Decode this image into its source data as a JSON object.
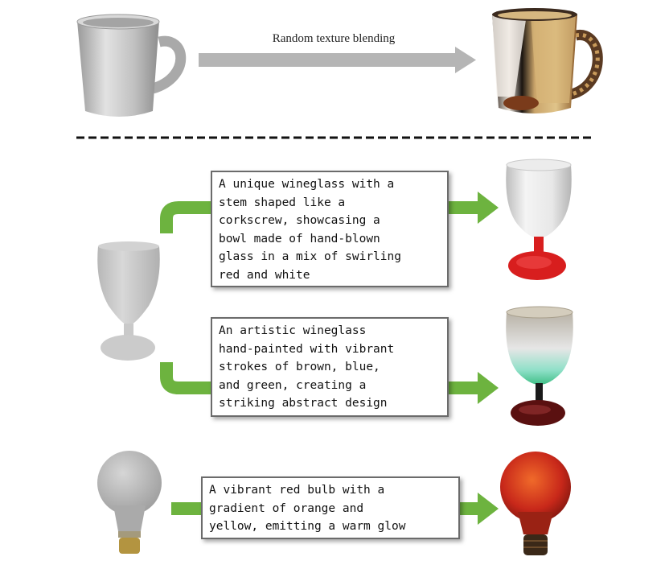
{
  "caption": "Random texture blending",
  "prompts": [
    {
      "lines": [
        "A unique wineglass with a",
        "stem shaped like a",
        "corkscrew, showcasing a",
        "bowl made of hand-blown",
        "glass in a mix of swirling",
        "red and white"
      ]
    },
    {
      "lines": [
        "An artistic wineglass",
        "hand-painted with vibrant",
        "strokes of brown, blue,",
        "and green, creating a",
        "striking abstract design"
      ]
    },
    {
      "lines": [
        "A vibrant red bulb with a",
        "gradient of orange and",
        "yellow, emitting a warm glow"
      ]
    }
  ],
  "colors": {
    "arrow_gray": "#b5b5b5",
    "arrow_green": "#6db33f",
    "mesh_gray": "#c4c4c4",
    "red_stem": "#d81e1e",
    "bulb_red": "#c6281a"
  }
}
